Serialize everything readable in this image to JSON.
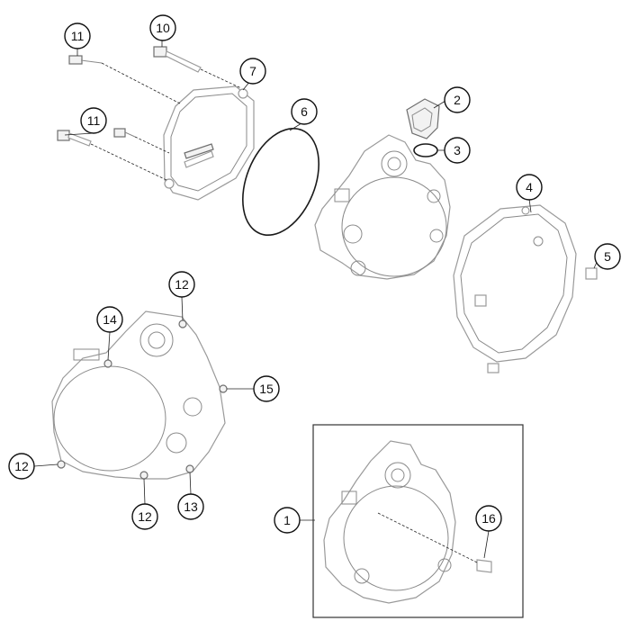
{
  "callouts": [
    {
      "id": "c1",
      "label": "1"
    },
    {
      "id": "c2",
      "label": "2"
    },
    {
      "id": "c3",
      "label": "3"
    },
    {
      "id": "c4",
      "label": "4"
    },
    {
      "id": "c5",
      "label": "5"
    },
    {
      "id": "c6",
      "label": "6"
    },
    {
      "id": "c7",
      "label": "7"
    },
    {
      "id": "c10",
      "label": "10"
    },
    {
      "id": "c11a",
      "label": "11"
    },
    {
      "id": "c11b",
      "label": "11"
    },
    {
      "id": "c12a",
      "label": "12"
    },
    {
      "id": "c12b",
      "label": "12"
    },
    {
      "id": "c12c",
      "label": "12"
    },
    {
      "id": "c13",
      "label": "13"
    },
    {
      "id": "c14",
      "label": "14"
    },
    {
      "id": "c15",
      "label": "15"
    },
    {
      "id": "c16",
      "label": "16"
    }
  ]
}
